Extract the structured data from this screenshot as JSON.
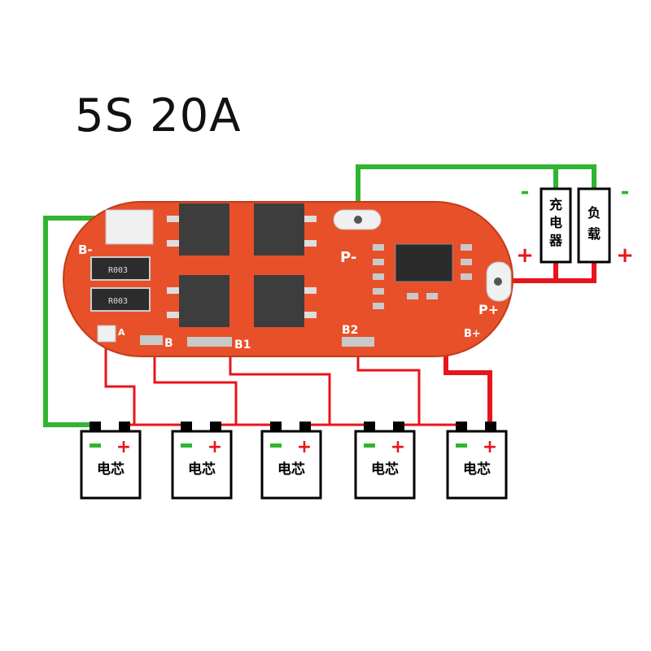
{
  "title": "5S 20A",
  "board": {
    "labels": {
      "b_minus": "B-",
      "p_minus": "P-",
      "p_plus": "P+",
      "b_plus": "B+",
      "b1": "B1",
      "b2": "B2",
      "b": "B",
      "a": "A",
      "resistor1": "R003",
      "resistor2": "R003"
    }
  },
  "charger": {
    "line1": "充",
    "line2": "电",
    "line3": "器"
  },
  "load": {
    "line1": "负",
    "line2": "载"
  },
  "signs": {
    "minus": "-",
    "plus": "+"
  },
  "cells": [
    {
      "label": "电芯"
    },
    {
      "label": "电芯"
    },
    {
      "label": "电芯"
    },
    {
      "label": "电芯"
    },
    {
      "label": "电芯"
    }
  ],
  "colors": {
    "pcb": "#e8502a",
    "wire_green": "#2fb52f",
    "wire_red": "#e8141b",
    "mosfet": "#3d3d3d"
  }
}
